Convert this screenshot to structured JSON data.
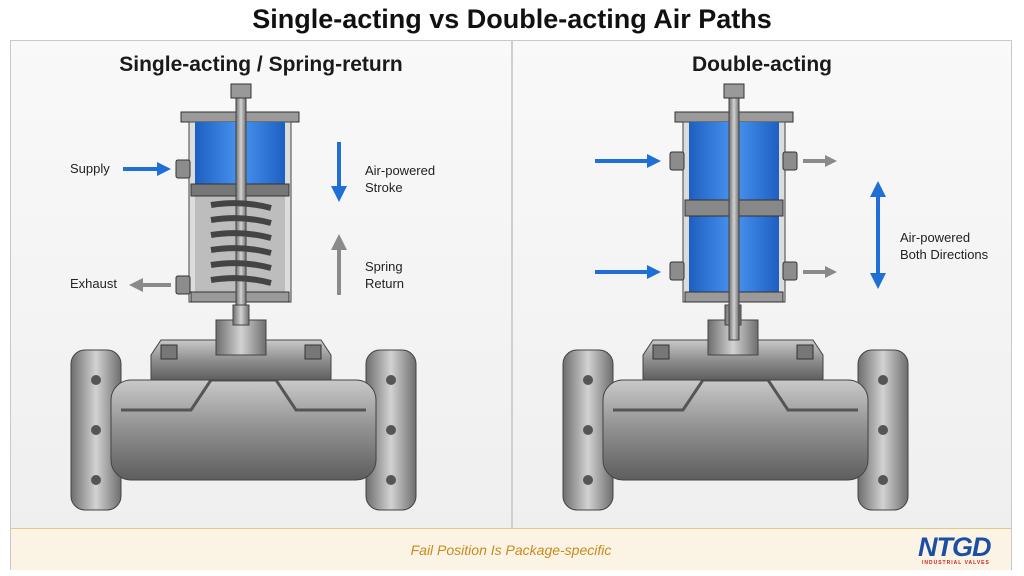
{
  "title": "Single-acting vs Double-acting Air Paths",
  "left_panel": {
    "title": "Single-acting / Spring-return",
    "supply_label": "Supply",
    "exhaust_label": "Exhaust",
    "stroke_label_1": "Air-powered",
    "stroke_label_2": "Stroke",
    "return_label_1": "Spring",
    "return_label_2": "Return"
  },
  "right_panel": {
    "title": "Double-acting",
    "both_label_1": "Air-powered",
    "both_label_2": "Both Directions"
  },
  "footer": {
    "note": "Fail Position Is Package-specific"
  },
  "logo": {
    "text": "NTGD",
    "subtitle": "INDUSTRIAL VALVES"
  },
  "colors": {
    "air_blue": "#1f6fd6",
    "cylinder_blue": "#2f7ee6",
    "exhaust_gray": "#8a8a8a",
    "footer_text": "#c98a1b",
    "logo_blue": "#1b4fa6"
  }
}
